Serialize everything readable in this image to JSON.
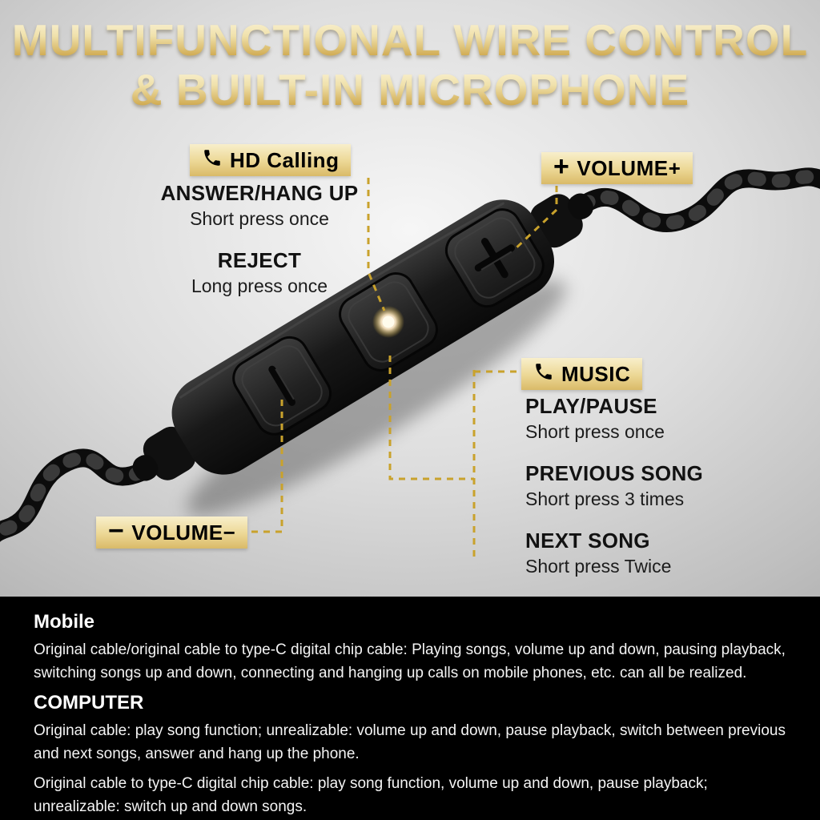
{
  "title": {
    "line1": "MULTIFUNCTIONAL WIRE CONTROL",
    "line2": "& BUILT-IN MICROPHONE"
  },
  "colors": {
    "accent_gold": "#d9ba68",
    "dashed_line": "#c9a22c",
    "panel_background": "#000000",
    "mic_dot": "#fffced"
  },
  "callouts": {
    "hd_calling": {
      "icon": "phone-handset-icon",
      "label": "HD Calling",
      "items": [
        {
          "title": "ANSWER/HANG UP",
          "desc": "Short press once"
        },
        {
          "title": "REJECT",
          "desc": "Long press once"
        }
      ]
    },
    "volume_up": {
      "icon_glyph": "+",
      "label": "VOLUME+"
    },
    "music": {
      "icon": "phone-handset-icon",
      "label": "MUSIC",
      "items": [
        {
          "title": "PLAY/PAUSE",
          "desc": "Short press once"
        },
        {
          "title": "PREVIOUS SONG",
          "desc": "Short press 3 times"
        },
        {
          "title": "NEXT SONG",
          "desc": "Short press Twice"
        }
      ]
    },
    "volume_down": {
      "icon_glyph": "−",
      "label": "VOLUME−"
    }
  },
  "device": {
    "buttons": [
      {
        "name": "volume-down-button",
        "glyph": "−"
      },
      {
        "name": "center-multifunction-button",
        "glyph": "mic-dot"
      },
      {
        "name": "volume-up-button",
        "glyph": "+"
      }
    ]
  },
  "panel": {
    "sections": [
      {
        "heading": "Mobile",
        "paragraphs": [
          "Original cable/original cable to type-C digital chip cable: Playing songs, volume up and down, pausing playback, switching songs up and down, connecting and hanging up calls on mobile phones, etc. can all be realized."
        ]
      },
      {
        "heading": "COMPUTER",
        "paragraphs": [
          "Original cable: play song function; unrealizable: volume up and down, pause playback, switch between previous and next songs, answer and hang up the phone.",
          "Original cable to type-C digital chip cable: play song function, volume up and down, pause playback; unrealizable: switch up and down songs."
        ]
      }
    ]
  }
}
